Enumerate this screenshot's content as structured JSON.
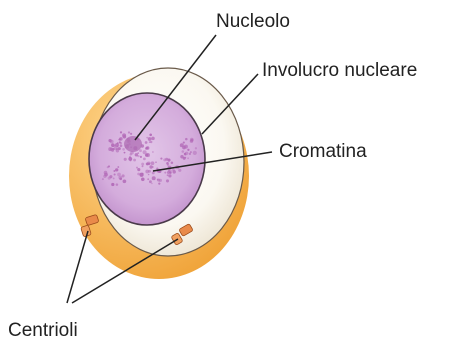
{
  "labels": {
    "nucleolus": "Nucleolo",
    "nuclear_envelope": "Involucro nucleare",
    "chromatin": "Cromatina",
    "centrioles": "Centrioli"
  },
  "colors": {
    "cell_rim": "#f4b24c",
    "cytoplasm": "#fbf7ee",
    "nucleus": "#d9b6e0",
    "nucleus_border": "#4a3a4a",
    "chromatin": "#b36bb8",
    "centriole": "#e98a4a",
    "leader_line": "#222222"
  }
}
